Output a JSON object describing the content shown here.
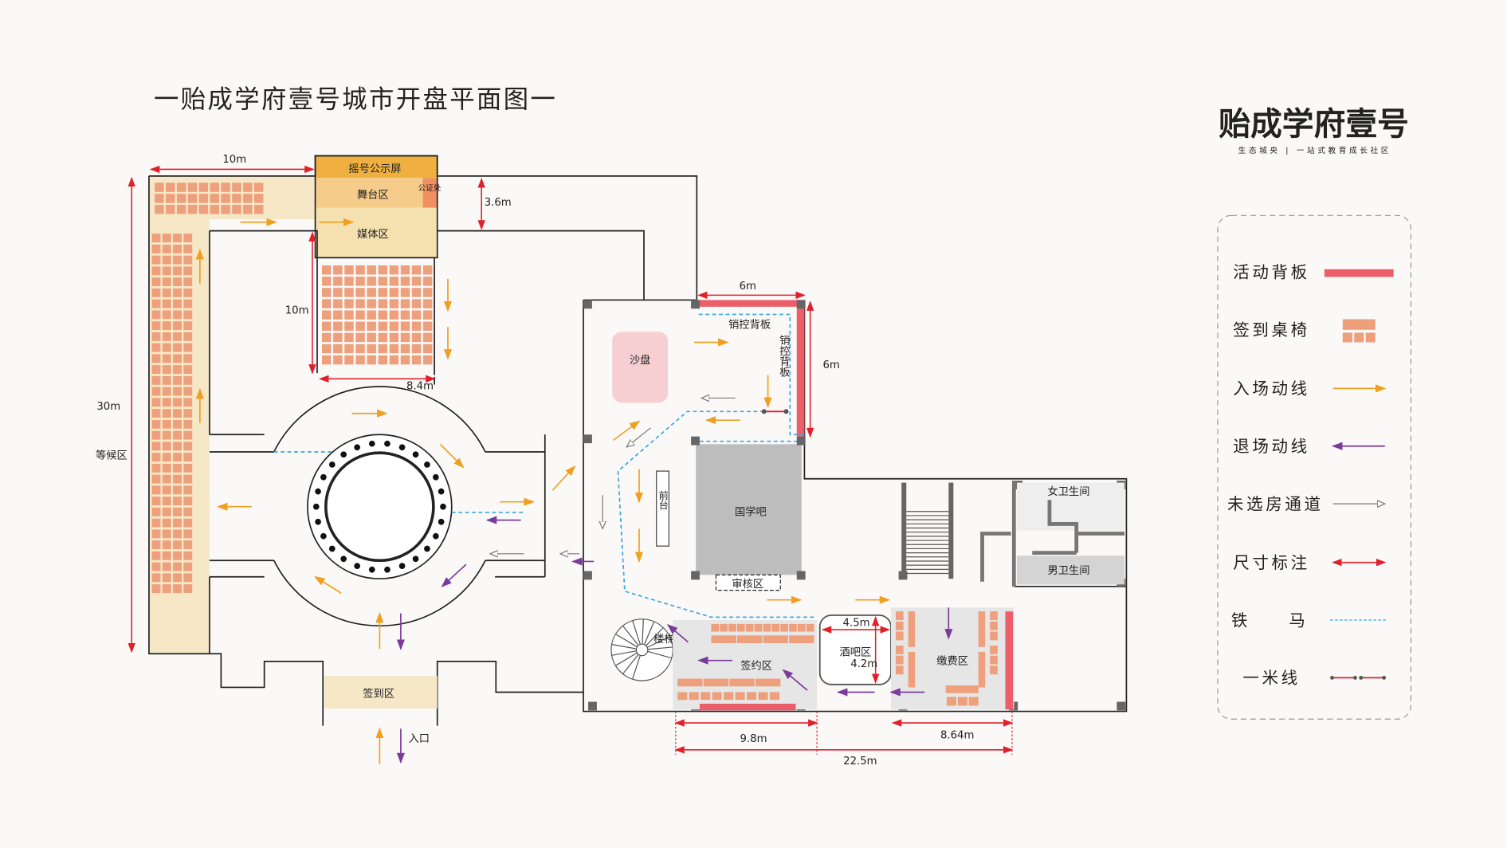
{
  "title": "一贻成学府壹号城市开盘平面图一",
  "logo": {
    "brand": "贻成学府壹号",
    "slogan": "生态城央 | 一站式教育成长社区"
  },
  "areas": {
    "lottery_screen": "摇号公示屏",
    "stage": "舞台区",
    "notary": "公证处",
    "media": "媒体区",
    "waiting": "等候区",
    "sand_table": "沙盘",
    "sales_backboard_h": "销控背板",
    "sales_backboard_v": "销控背板",
    "front_desk": "前台",
    "guoxue_bar": "国学吧",
    "review": "审核区",
    "female_wc": "女卫生间",
    "male_wc": "男卫生间",
    "stairs": "楼梯",
    "signing": "签约区",
    "bar": "酒吧区",
    "payment": "缴费区",
    "checkin": "签到区",
    "entrance": "入口"
  },
  "dimensions": {
    "top_width": "10m",
    "stage_gap": "3.6m",
    "seat_depth": "10m",
    "total_length": "30m",
    "seat_width": "8.4m",
    "backboard_h": "6m",
    "backboard_v": "6m",
    "bar_w": "4.5m",
    "bar_h": "4.2m",
    "signing_w": "9.8m",
    "payment_w": "8.64m",
    "total_w": "22.5m"
  },
  "legend": [
    {
      "label": "活动背板",
      "icon": "activity-backboard"
    },
    {
      "label": "签到桌椅",
      "icon": "checkin-desk"
    },
    {
      "label": "入场动线",
      "icon": "entry-flow-arrow"
    },
    {
      "label": "退场动线",
      "icon": "exit-flow-arrow"
    },
    {
      "label": "未选房通道",
      "icon": "unselected-channel-arrow"
    },
    {
      "label": "尺寸标注",
      "icon": "dimension-arrow"
    },
    {
      "label": "铁　　马",
      "icon": "barrier-line"
    },
    {
      "label": "一米线",
      "icon": "one-meter-line"
    }
  ],
  "colors": {
    "backboard": "#ec5f6a",
    "seat": "#ee9f7c",
    "entry": "#f0a020",
    "exit": "#7a3c9a",
    "dimension": "#e0202a",
    "barrier": "#3aa6e0"
  }
}
